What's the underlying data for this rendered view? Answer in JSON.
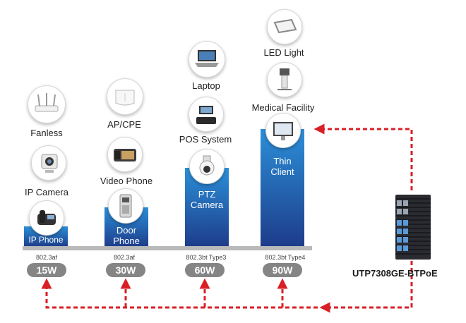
{
  "columns": [
    {
      "bar_label": "IP Phone",
      "standard": "802.3af",
      "power": "15W",
      "devices": [
        "IP Camera",
        "Fanless"
      ],
      "level": 15
    },
    {
      "bar_label_line1": "Door",
      "bar_label_line2": "Phone",
      "standard": "802.3af",
      "power": "30W",
      "devices": [
        "Video Phone",
        "AP/CPE"
      ],
      "level": 30
    },
    {
      "bar_label_line1": "PTZ",
      "bar_label_line2": "Camera",
      "standard": "802.3bt Type3",
      "power": "60W",
      "devices": [
        "POS System",
        "Laptop"
      ],
      "level": 60
    },
    {
      "bar_label_line1": "Thin",
      "bar_label_line2": "Client",
      "standard": "802.3bt Type4",
      "power": "90W",
      "devices": [
        "Medical Facility",
        "LED Light"
      ],
      "level": 90
    }
  ],
  "product_name": "UTP7308GE-BTPoE",
  "colors": {
    "bar_top": "#2c8fd8",
    "bar_bottom": "#1d3c8a",
    "arrow": "#d91f25",
    "pill": "#858585",
    "baseline": "#b9b9b9"
  },
  "icons": [
    "ip-camera-icon",
    "ip-phone-icon",
    "wireless-router-icon",
    "video-phone-icon",
    "door-phone-icon",
    "access-point-icon",
    "ptz-camera-icon",
    "pos-terminal-icon",
    "laptop-icon",
    "thin-client-icon",
    "medical-cart-icon",
    "led-panel-icon",
    "poe-switch-icon"
  ]
}
